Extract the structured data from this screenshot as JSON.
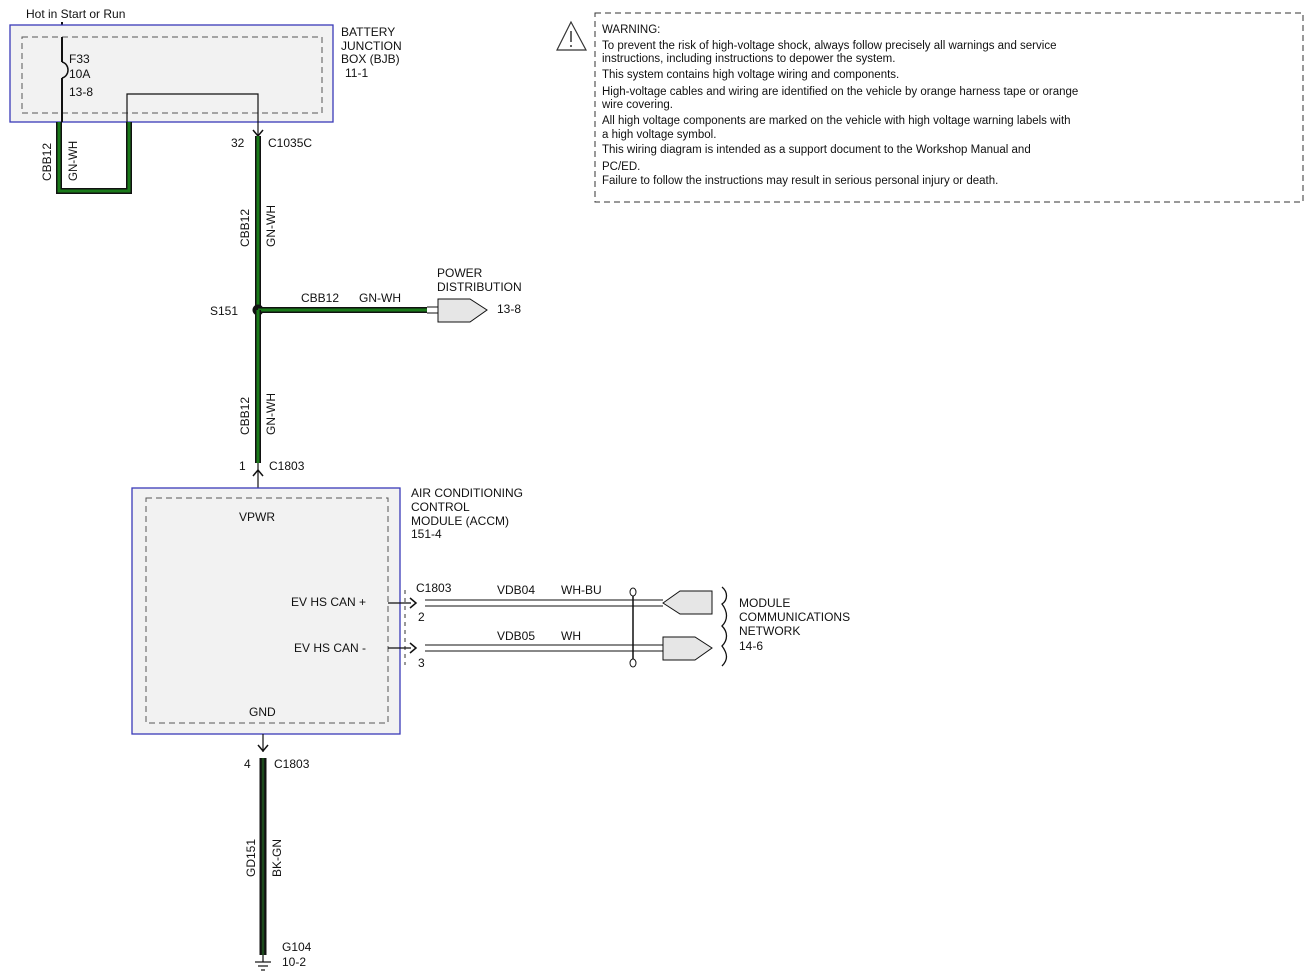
{
  "colors": {
    "wire_green": "#1a7a1a",
    "wire_dark": "#111111",
    "box_outline": "#3a3ab8",
    "module_fill": "#f2f2f2",
    "connector_fill": "#e6e6e6"
  },
  "header": {
    "power_label": "Hot in Start or Run"
  },
  "bjb": {
    "title_lines": [
      "BATTERY",
      "JUNCTION",
      "BOX (BJB)",
      "11-1"
    ],
    "fuse_id": "F33",
    "fuse_rating": "10A",
    "fuse_ref": "13-8"
  },
  "warning": {
    "title": "WARNING:",
    "lines": [
      "To prevent the risk of high-voltage shock, always follow precisely all warnings and service",
      "instructions, including instructions to depower the system.",
      "This system contains high voltage wiring and components.",
      "High-voltage cables and wiring are identified on the vehicle by orange harness tape or orange",
      "wire covering.",
      "All high voltage components are marked on the vehicle with high voltage warning labels with",
      "a high voltage symbol.",
      "This wiring diagram is intended as a support document to the Workshop Manual and",
      "PC/ED.",
      "Failure to follow the instructions may result in serious personal injury or death."
    ]
  },
  "wires": {
    "bjb_loop": {
      "circuit": "CBB12",
      "color": "GN-WH"
    },
    "upper": {
      "circuit": "CBB12",
      "color": "GN-WH"
    },
    "branch": {
      "circuit": "CBB12",
      "color": "GN-WH"
    },
    "lower": {
      "circuit": "CBB12",
      "color": "GN-WH"
    },
    "ground": {
      "circuit": "GD151",
      "color": "BK-GN"
    },
    "can_plus": {
      "circuit": "VDB04",
      "color": "WH-BU"
    },
    "can_minus": {
      "circuit": "VDB05",
      "color": "WH"
    }
  },
  "connectors": {
    "c1035c": {
      "pin": "32",
      "name": "C1035C"
    },
    "c1803_pwr": {
      "pin": "1",
      "name": "C1803"
    },
    "c1803_can": {
      "name": "C1803",
      "pin_plus": "2",
      "pin_minus": "3"
    },
    "c1803_gnd": {
      "pin": "4",
      "name": "C1803"
    }
  },
  "splice": {
    "name": "S151"
  },
  "power_distribution": {
    "lines": [
      "POWER",
      "DISTRIBUTION"
    ],
    "ref": "13-8"
  },
  "accm": {
    "title_lines": [
      "AIR CONDITIONING",
      "CONTROL",
      "MODULE (ACCM)",
      "151-4"
    ],
    "pin_vpwr": "VPWR",
    "pin_can_plus": "EV HS CAN +",
    "pin_can_minus": "EV HS CAN -",
    "pin_gnd": "GND"
  },
  "network": {
    "lines": [
      "MODULE",
      "COMMUNICATIONS",
      "NETWORK"
    ],
    "ref": "14-6"
  },
  "ground_point": {
    "name": "G104",
    "ref": "10-2"
  }
}
